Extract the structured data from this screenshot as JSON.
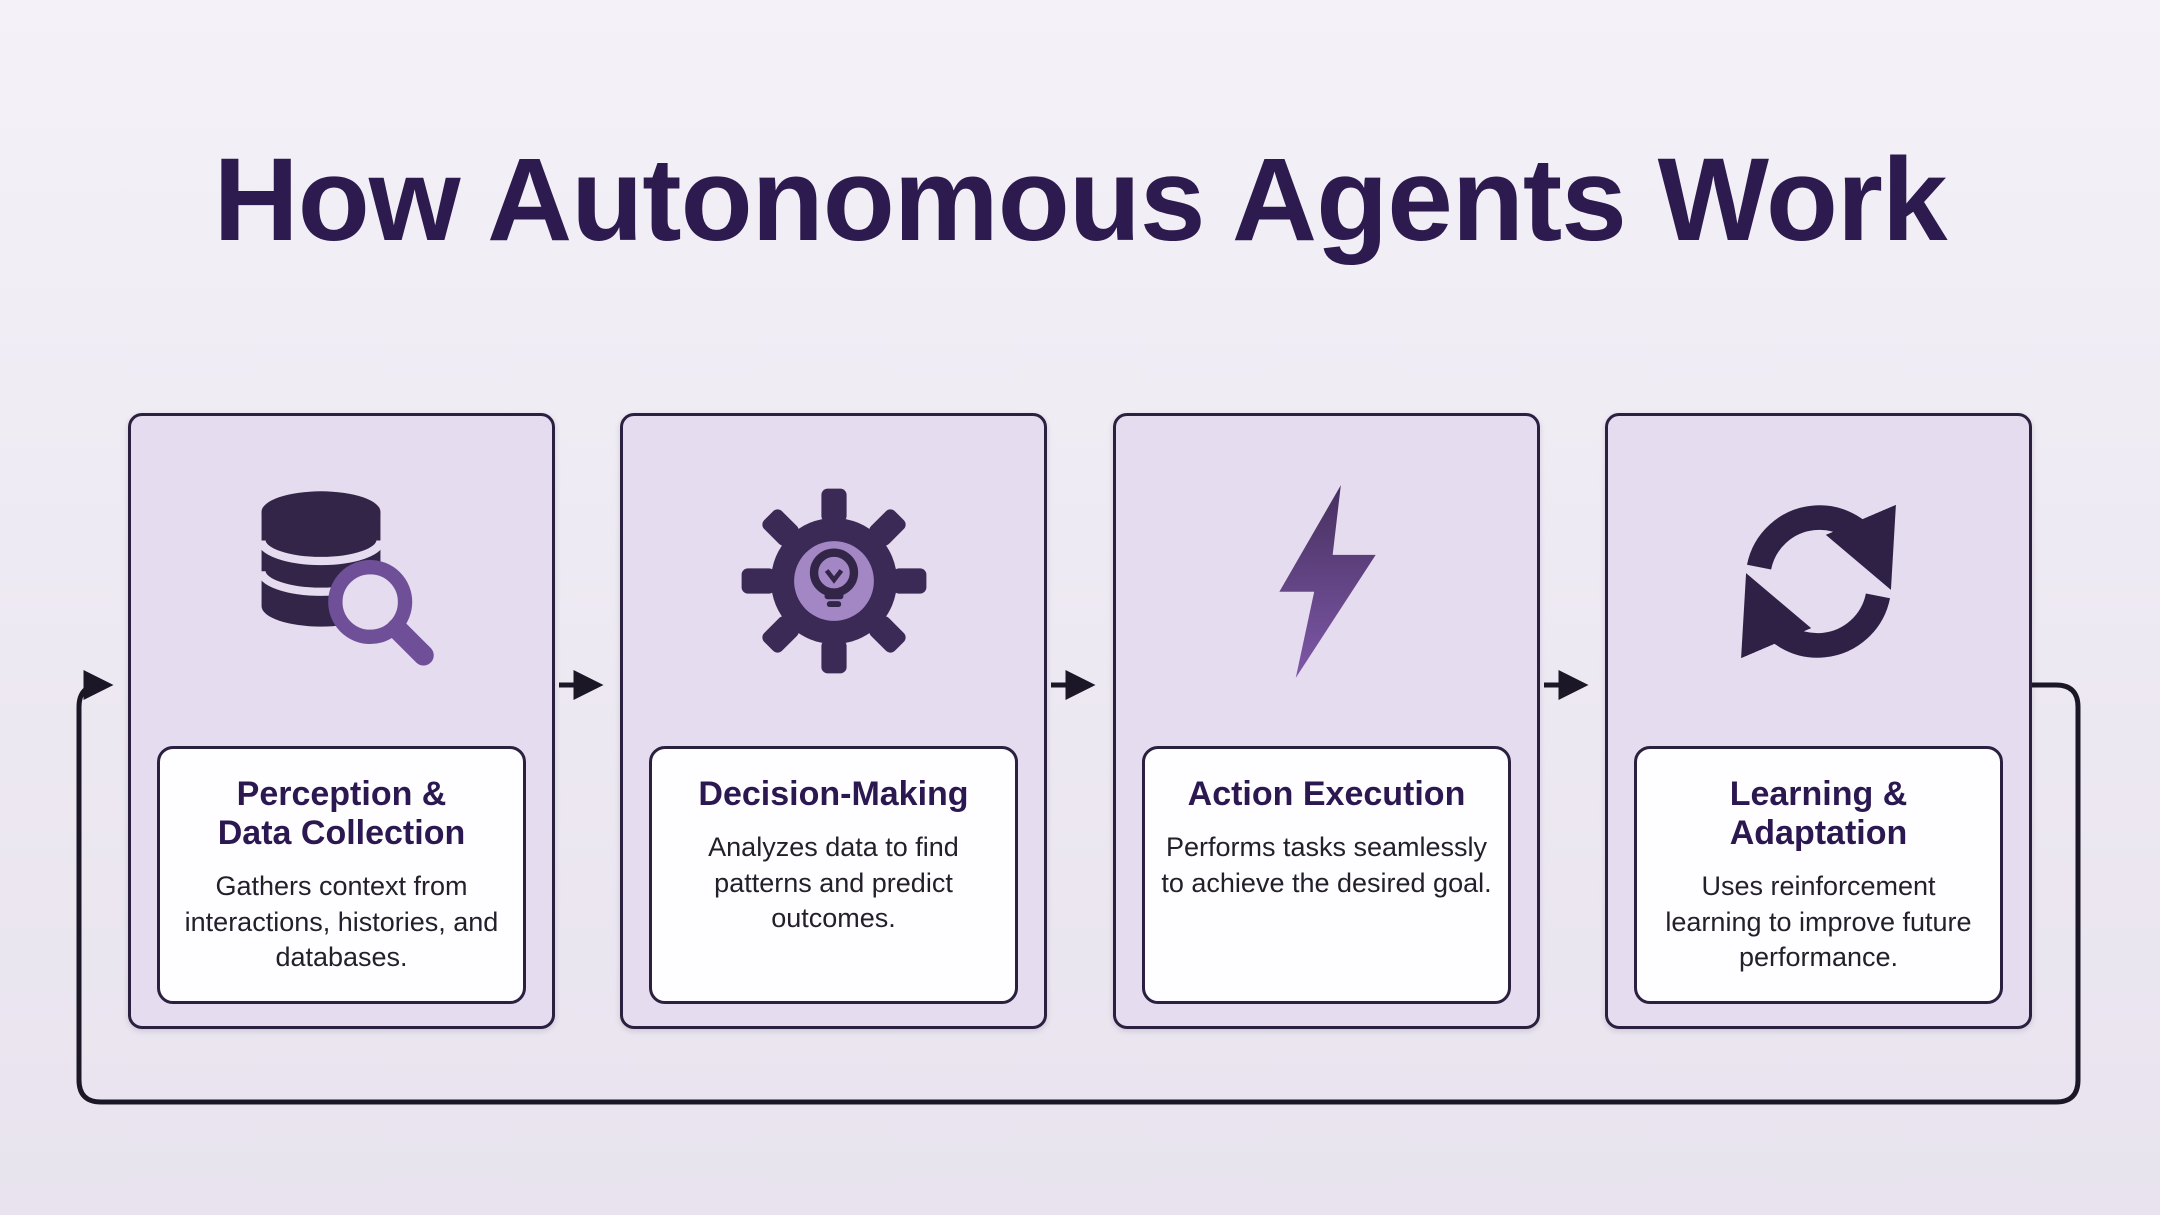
{
  "page": {
    "title": "How Autonomous Agents Work",
    "background_color": "#eeeaf3",
    "title_color": "#2d1a4e",
    "card_background": "#e6dcef",
    "card_border": "#2b2040",
    "inner_box_background": "#fefdff",
    "connector_color": "#1c1726",
    "flow_direction": "left-to-right with feedback loop from last step back to first"
  },
  "steps": [
    {
      "title": "Perception &\nData Collection",
      "description": "Gathers context from interactions, histories, and databases.",
      "icon": "database-search-icon"
    },
    {
      "title": "Decision-Making",
      "description": "Analyzes data to find patterns and predict outcomes.",
      "icon": "gear-lightbulb-icon"
    },
    {
      "title": "Action Execution",
      "description": "Performs tasks seamlessly to achieve the desired goal.",
      "icon": "lightning-bolt-icon"
    },
    {
      "title": "Learning &\nAdaptation",
      "description": "Uses reinforcement learning to improve future performance.",
      "icon": "sync-arrows-icon"
    }
  ],
  "icon_colors": {
    "dark_purple": "#332547",
    "medium_purple": "#6f4f98",
    "light_purple": "#a387c5",
    "bolt_gradient_top": "#46305f",
    "bolt_gradient_bottom": "#7e58a8"
  }
}
